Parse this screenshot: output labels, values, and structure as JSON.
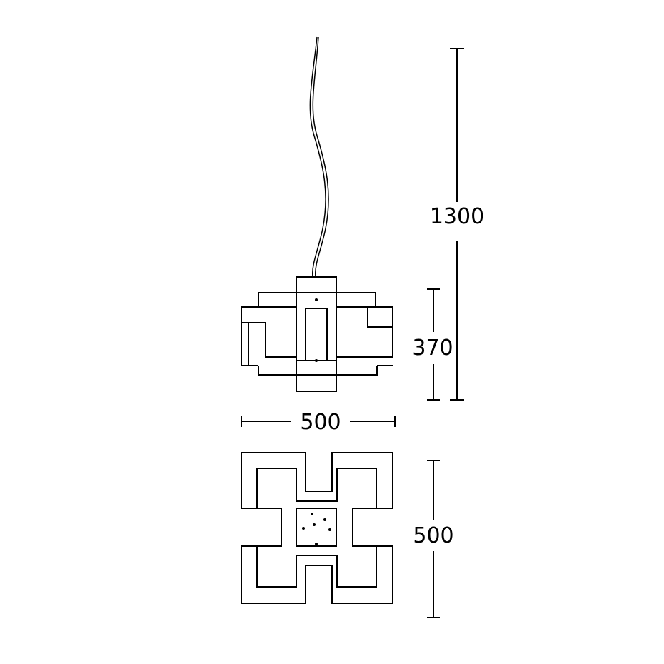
{
  "dimensions": {
    "total_height": "1300",
    "shade_height": "370",
    "shade_width": "500",
    "plan_depth": "500"
  },
  "colors": {
    "line": "#000000",
    "background": "#ffffff"
  }
}
